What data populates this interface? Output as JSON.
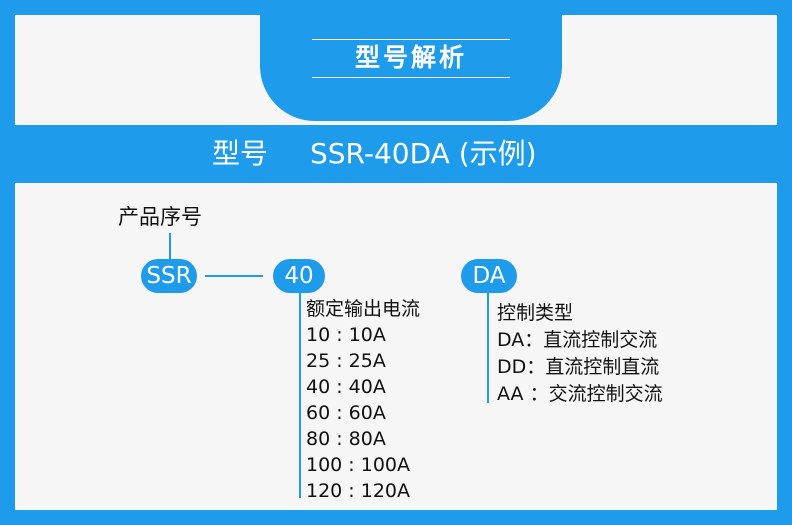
{
  "header": {
    "title": "型号解析"
  },
  "model": {
    "label": "型号",
    "value": "SSR-40DA (示例)"
  },
  "parts": {
    "product": {
      "label": "产品序号",
      "code": "SSR"
    },
    "current": {
      "code": "40",
      "title": "额定输出电流",
      "items": [
        "10 : 10A",
        "25 : 25A",
        "40 : 40A",
        "60 : 60A",
        "80 : 80A",
        "100 : 100A",
        "120 : 120A"
      ]
    },
    "control": {
      "code": "DA",
      "title": "控制类型",
      "items": [
        "DA：直流控制交流",
        "DD：直流控制直流",
        "AA ：交流控制交流"
      ]
    }
  },
  "colors": {
    "accent": "#1e9bea",
    "panel": "#f6f6f6",
    "text": "#111111"
  }
}
